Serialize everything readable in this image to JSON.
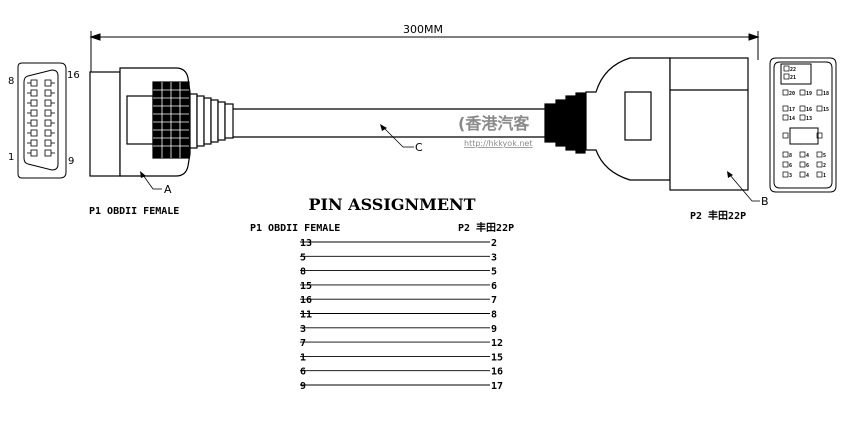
{
  "dimension": {
    "label": "300MM"
  },
  "callouts": {
    "a": "A",
    "b": "B",
    "c": "C"
  },
  "connectors": {
    "p1_label": "P1 OBDII FEMALE",
    "p2_label": "P2 丰田22P",
    "p1_pin_labels": {
      "top_left": "8",
      "top_right": "16",
      "bottom_left": "1",
      "bottom_right": "9"
    }
  },
  "pin_table": {
    "title": "PIN ASSIGNMENT",
    "p1_header": "P1 OBDII FEMALE",
    "p2_header": "P2 丰田22P",
    "rows": [
      {
        "p1": "13",
        "p2": "2"
      },
      {
        "p1": "5",
        "p2": "3"
      },
      {
        "p1": "8",
        "p2": "5"
      },
      {
        "p1": "15",
        "p2": "6"
      },
      {
        "p1": "16",
        "p2": "7"
      },
      {
        "p1": "11",
        "p2": "8"
      },
      {
        "p1": "3",
        "p2": "9"
      },
      {
        "p1": "7",
        "p2": "12"
      },
      {
        "p1": "1",
        "p2": "15"
      },
      {
        "p1": "6",
        "p2": "16"
      },
      {
        "p1": "9",
        "p2": "17"
      }
    ]
  },
  "toyota_face": {
    "rows": [
      [
        "22",
        "21"
      ],
      [
        "20",
        "19",
        "18"
      ],
      [
        "17",
        "16",
        "15"
      ],
      [
        "14",
        "13"
      ],
      [
        "8",
        "4",
        "5"
      ],
      [
        "6",
        "6",
        "2"
      ],
      [
        "3",
        "4",
        "1"
      ]
    ]
  },
  "watermark": {
    "text": "(香港汽客",
    "url": "http://hkkyok.net"
  }
}
